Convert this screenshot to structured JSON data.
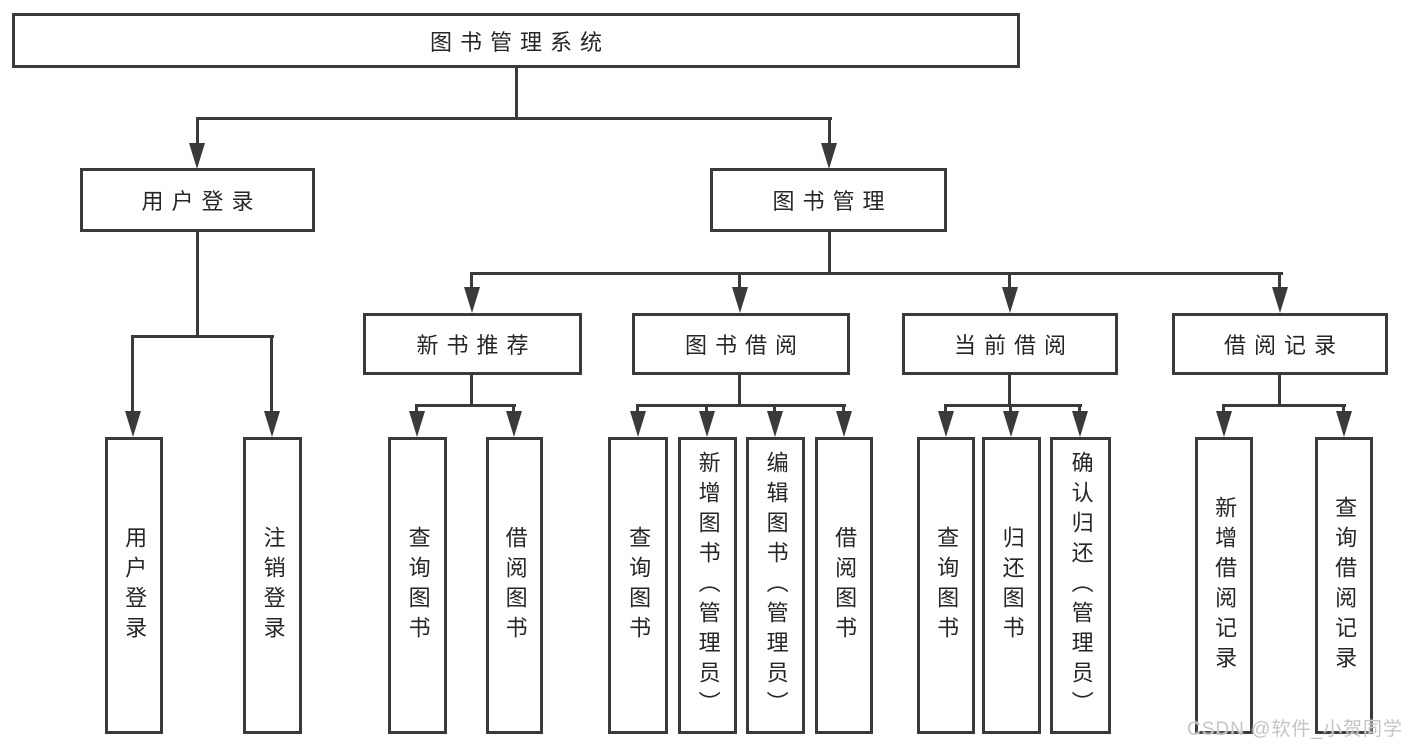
{
  "diagram_type": "functional-structure-tree",
  "colors": {
    "line": "#3a3a3a",
    "text": "#262626",
    "background": "#ffffff",
    "watermark": "#c5c5c5"
  },
  "tree": {
    "label": "图书管理系统",
    "children": [
      {
        "label": "用户登录",
        "children": [
          {
            "label": "用户登录"
          },
          {
            "label": "注销登录"
          }
        ]
      },
      {
        "label": "图书管理",
        "children": [
          {
            "label": "新书推荐",
            "children": [
              {
                "label": "查询图书"
              },
              {
                "label": "借阅图书"
              }
            ]
          },
          {
            "label": "图书借阅",
            "children": [
              {
                "label": "查询图书"
              },
              {
                "label": "新增图书（管理员）"
              },
              {
                "label": "编辑图书（管理员）"
              },
              {
                "label": "借阅图书"
              }
            ]
          },
          {
            "label": "当前借阅",
            "children": [
              {
                "label": "查询图书"
              },
              {
                "label": "归还图书"
              },
              {
                "label": "确认归还（管理员）"
              }
            ]
          },
          {
            "label": "借阅记录",
            "children": [
              {
                "label": "新增借阅记录"
              },
              {
                "label": "查询借阅记录"
              }
            ]
          }
        ]
      }
    ]
  },
  "watermark": {
    "text": "CSDN @软件_小贺同学"
  }
}
